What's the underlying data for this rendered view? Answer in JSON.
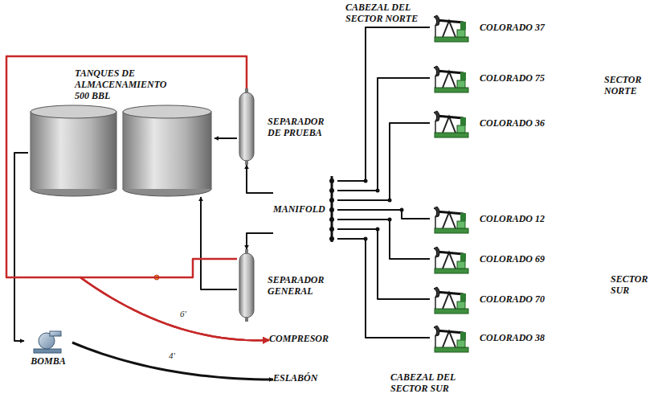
{
  "diagram": {
    "nodes": [
      {
        "text": [
          "COLORADO 37"
        ]
      },
      {
        "text": [
          "COLORADO 75"
        ]
      },
      {
        "text": [
          "COLORADO 36"
        ]
      },
      {
        "text": [
          "TANQUES DE ALMACENAMIENTO 500 BBL"
        ]
      },
      {
        "text": [
          "SEPARADOR DE PRUEBA"
        ]
      },
      {
        "text": [
          "MANIFOLD"
        ]
      },
      {
        "text": [
          "COLORADO 12"
        ]
      },
      {
        "text": [
          "COLORADO 69"
        ]
      },
      {
        "text": [
          "SEPARADOR GENERAL"
        ]
      },
      {
        "text": [
          "COLORADO 70"
        ]
      },
      {
        "text": [
          "COMPRESOR"
        ]
      },
      {
        "text": [
          "COLORADO 38"
        ]
      },
      {
        "text": [
          "BOMBA"
        ]
      },
      {
        "text": [
          "ESLABÓN"
        ]
      }
    ],
    "edges": [
      {
        "from": 0,
        "to": 5,
        "arrow": "none"
      },
      {
        "from": 1,
        "to": 5,
        "arrow": "none"
      },
      {
        "from": 2,
        "to": 5,
        "arrow": "none"
      },
      {
        "from": 6,
        "to": 5,
        "arrow": "none"
      },
      {
        "from": 7,
        "to": 5,
        "arrow": "none"
      },
      {
        "from": 9,
        "to": 5,
        "arrow": "none"
      },
      {
        "from": 11,
        "to": 5,
        "arrow": "none"
      },
      {
        "from": 5,
        "to": 4,
        "arrow": "to"
      },
      {
        "from": 5,
        "to": 8,
        "arrow": "to"
      },
      {
        "from": 4,
        "to": 3,
        "arrow": "to"
      },
      {
        "from": 8,
        "to": 3,
        "arrow": "to"
      },
      {
        "from": 3,
        "to": 12,
        "arrow": "to"
      },
      {
        "from": 12,
        "to": 13,
        "label": "4'",
        "arrow": "to"
      },
      {
        "from": 4,
        "to": 10,
        "label": "6'",
        "arrow": "to"
      },
      {
        "from": 8,
        "to": 10,
        "arrow": "to"
      }
    ],
    "labels": [
      "CABEZAL DEL SECTOR NORTE",
      "SECTOR NORTE",
      "SECTOR SUR",
      "CABEZAL DEL SECTOR SUR"
    ]
  }
}
